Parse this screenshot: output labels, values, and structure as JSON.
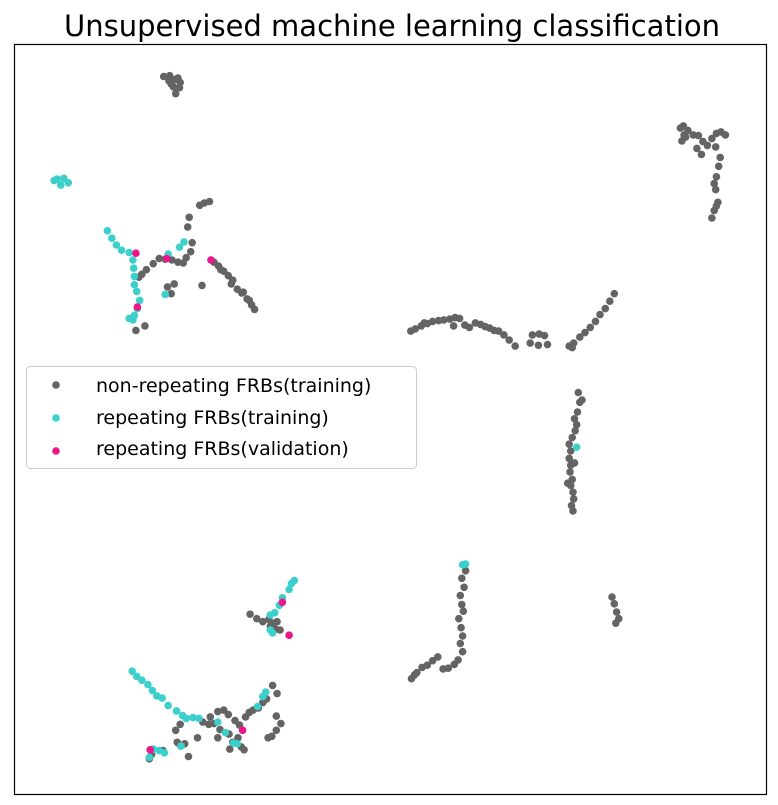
{
  "chart_data": {
    "type": "scatter",
    "title": "Unsupervised machine learning classification",
    "xlabel": "",
    "ylabel": "",
    "xlim": [
      0,
      100
    ],
    "ylim": [
      0,
      100
    ],
    "axis_ticks": false,
    "grid": false,
    "legend_position": "center-left",
    "series": [
      {
        "name": "non-repeating FRBs(training)",
        "color": "#646464",
        "points": [
          [
            19.8,
            95.8
          ],
          [
            20.5,
            95.2
          ],
          [
            21.3,
            95.4
          ],
          [
            20.8,
            94.8
          ],
          [
            21.7,
            95.6
          ],
          [
            22.0,
            95.0
          ],
          [
            21.1,
            94.4
          ],
          [
            20.6,
            95.9
          ],
          [
            21.9,
            94.3
          ],
          [
            21.4,
            93.5
          ],
          [
            89.0,
            89.2
          ],
          [
            89.6,
            88.6
          ],
          [
            90.3,
            88.0
          ],
          [
            91.0,
            87.9
          ],
          [
            91.6,
            87.1
          ],
          [
            92.2,
            86.6
          ],
          [
            92.8,
            87.5
          ],
          [
            93.4,
            88.2
          ],
          [
            94.0,
            88.4
          ],
          [
            94.6,
            88.0
          ],
          [
            89.3,
            87.7
          ],
          [
            88.8,
            87.2
          ],
          [
            90.8,
            86.2
          ],
          [
            91.4,
            85.4
          ],
          [
            93.3,
            86.4
          ],
          [
            93.9,
            85.0
          ],
          [
            93.7,
            83.8
          ],
          [
            93.4,
            82.4
          ],
          [
            93.1,
            81.5
          ],
          [
            93.3,
            80.7
          ],
          [
            93.6,
            79.0
          ],
          [
            93.1,
            77.9
          ],
          [
            92.8,
            76.9
          ],
          [
            93.4,
            78.5
          ],
          [
            88.6,
            88.9
          ],
          [
            89.1,
            88.0
          ],
          [
            25.2,
            78.9
          ],
          [
            25.9,
            79.1
          ],
          [
            24.6,
            78.6
          ],
          [
            23.2,
            77.0
          ],
          [
            23.0,
            75.7
          ],
          [
            23.6,
            73.6
          ],
          [
            23.4,
            72.4
          ],
          [
            22.8,
            71.6
          ],
          [
            22.4,
            70.9
          ],
          [
            21.7,
            71.0
          ],
          [
            20.9,
            71.3
          ],
          [
            20.0,
            71.4
          ],
          [
            19.2,
            71.5
          ],
          [
            18.4,
            70.8
          ],
          [
            17.5,
            70.0
          ],
          [
            16.9,
            69.4
          ],
          [
            16.5,
            69.0
          ],
          [
            20.3,
            67.7
          ],
          [
            21.2,
            68.1
          ],
          [
            20.8,
            66.8
          ],
          [
            26.5,
            71.0
          ],
          [
            27.1,
            70.5
          ],
          [
            27.8,
            69.8
          ],
          [
            28.4,
            69.2
          ],
          [
            29.0,
            68.6
          ],
          [
            29.6,
            67.4
          ],
          [
            30.2,
            66.9
          ],
          [
            30.9,
            66.1
          ],
          [
            31.5,
            65.3
          ],
          [
            31.9,
            64.7
          ],
          [
            31.2,
            65.9
          ],
          [
            30.4,
            67.0
          ],
          [
            27.4,
            70.0
          ],
          [
            28.8,
            68.1
          ],
          [
            16.1,
            61.9
          ],
          [
            52.7,
            61.8
          ],
          [
            53.3,
            62.1
          ],
          [
            54.1,
            62.5
          ],
          [
            54.9,
            62.8
          ],
          [
            55.6,
            63.1
          ],
          [
            56.4,
            63.2
          ],
          [
            57.1,
            63.3
          ],
          [
            57.9,
            63.4
          ],
          [
            58.6,
            63.6
          ],
          [
            59.2,
            63.5
          ],
          [
            59.9,
            62.6
          ],
          [
            60.5,
            62.3
          ],
          [
            61.3,
            62.9
          ],
          [
            62.0,
            62.7
          ],
          [
            62.6,
            62.4
          ],
          [
            63.2,
            62.2
          ],
          [
            63.8,
            61.9
          ],
          [
            64.4,
            61.8
          ],
          [
            65.1,
            61.3
          ],
          [
            65.8,
            60.6
          ],
          [
            66.6,
            59.8
          ],
          [
            68.9,
            61.3
          ],
          [
            69.8,
            61.4
          ],
          [
            70.5,
            61.2
          ],
          [
            68.6,
            60.2
          ],
          [
            69.7,
            59.9
          ],
          [
            70.9,
            60.0
          ],
          [
            73.8,
            59.8
          ],
          [
            74.4,
            60.2
          ],
          [
            75.2,
            61.0
          ],
          [
            75.9,
            61.6
          ],
          [
            76.6,
            62.3
          ],
          [
            77.3,
            63.1
          ],
          [
            77.9,
            64.0
          ],
          [
            78.6,
            64.8
          ],
          [
            79.2,
            65.8
          ],
          [
            79.8,
            66.8
          ],
          [
            74.2,
            59.6
          ],
          [
            58.4,
            62.5
          ],
          [
            54.5,
            62.9
          ],
          [
            75.0,
            53.6
          ],
          [
            75.2,
            52.3
          ],
          [
            74.9,
            51.0
          ],
          [
            74.5,
            50.1
          ],
          [
            74.8,
            49.3
          ],
          [
            74.6,
            48.5
          ],
          [
            74.2,
            47.6
          ],
          [
            73.8,
            46.7
          ],
          [
            74.0,
            45.8
          ],
          [
            73.8,
            44.8
          ],
          [
            74.0,
            43.9
          ],
          [
            73.9,
            43.0
          ],
          [
            74.2,
            42.0
          ],
          [
            74.0,
            41.2
          ],
          [
            74.3,
            40.3
          ],
          [
            74.4,
            39.4
          ],
          [
            74.1,
            38.5
          ],
          [
            74.3,
            37.8
          ],
          [
            73.6,
            41.5
          ],
          [
            74.5,
            44.2
          ],
          [
            60.0,
            29.8
          ],
          [
            59.5,
            28.8
          ],
          [
            59.8,
            27.6
          ],
          [
            59.3,
            26.5
          ],
          [
            59.5,
            25.3
          ],
          [
            59.7,
            24.4
          ],
          [
            59.1,
            23.4
          ],
          [
            59.4,
            22.2
          ],
          [
            59.6,
            21.1
          ],
          [
            59.3,
            20.1
          ],
          [
            59.6,
            19.0
          ],
          [
            59.0,
            17.9
          ],
          [
            58.5,
            17.3
          ],
          [
            57.7,
            16.8
          ],
          [
            57.0,
            16.7
          ],
          [
            56.3,
            18.3
          ],
          [
            55.6,
            17.8
          ],
          [
            54.9,
            17.2
          ],
          [
            54.2,
            16.9
          ],
          [
            53.5,
            16.2
          ],
          [
            52.8,
            15.4
          ],
          [
            53.2,
            15.9
          ],
          [
            79.5,
            26.3
          ],
          [
            79.8,
            25.4
          ],
          [
            80.1,
            24.3
          ],
          [
            80.4,
            23.4
          ],
          [
            80.0,
            22.8
          ],
          [
            31.3,
            24.0
          ],
          [
            32.2,
            23.4
          ],
          [
            33.0,
            23.0
          ],
          [
            34.0,
            22.4
          ],
          [
            34.7,
            22.0
          ],
          [
            21.4,
            8.5
          ],
          [
            22.0,
            9.3
          ],
          [
            24.3,
            7.5
          ],
          [
            25.8,
            9.3
          ],
          [
            27.0,
            11.0
          ],
          [
            27.8,
            11.2
          ],
          [
            28.4,
            10.6
          ],
          [
            29.3,
            9.8
          ],
          [
            29.9,
            9.2
          ],
          [
            28.5,
            8.0
          ],
          [
            30.7,
            10.3
          ],
          [
            31.2,
            10.9
          ],
          [
            31.7,
            11.2
          ],
          [
            32.4,
            11.5
          ],
          [
            33.0,
            12.2
          ],
          [
            33.5,
            12.7
          ],
          [
            34.3,
            14.5
          ],
          [
            34.9,
            13.4
          ],
          [
            34.8,
            10.4
          ],
          [
            35.4,
            9.4
          ],
          [
            34.8,
            8.5
          ],
          [
            34.2,
            7.7
          ],
          [
            33.7,
            7.5
          ],
          [
            25.0,
            9.6
          ],
          [
            26.0,
            10.3
          ],
          [
            29.7,
            7.5
          ],
          [
            17.9,
            4.7
          ],
          [
            18.2,
            5.3
          ],
          [
            22.0,
            6.5
          ],
          [
            22.6,
            6.7
          ],
          [
            30.1,
            6.3
          ],
          [
            30.5,
            5.9
          ],
          [
            29.0,
            6.9
          ],
          [
            27.3,
            8.6
          ],
          [
            26.5,
            9.4
          ],
          [
            19.7,
            5.8
          ],
          [
            21.6,
            6.9
          ],
          [
            28.6,
            6.0
          ],
          [
            27.0,
            7.5
          ],
          [
            23.1,
            5.0
          ],
          [
            17.3,
            62.5
          ],
          [
            33.8,
            23.3
          ],
          [
            34.9,
            23.0
          ],
          [
            34.4,
            22.8
          ],
          [
            35.3,
            21.9
          ],
          [
            24.9,
            67.9
          ],
          [
            75.5,
            52.6
          ]
        ]
      },
      {
        "name": "repeating FRBs(training)",
        "color": "#3cd0cc",
        "points": [
          [
            5.2,
            81.9
          ],
          [
            5.6,
            82.1
          ],
          [
            6.5,
            82.2
          ],
          [
            7.1,
            81.6
          ],
          [
            6.1,
            81.3
          ],
          [
            12.3,
            75.2
          ],
          [
            12.9,
            74.2
          ],
          [
            13.5,
            73.3
          ],
          [
            14.2,
            72.6
          ],
          [
            15.2,
            72.3
          ],
          [
            15.7,
            71.3
          ],
          [
            15.8,
            70.2
          ],
          [
            15.9,
            69.1
          ],
          [
            15.9,
            68.0
          ],
          [
            16.2,
            67.1
          ],
          [
            16.6,
            65.9
          ],
          [
            16.3,
            64.8
          ],
          [
            15.9,
            63.9
          ],
          [
            15.7,
            63.3
          ],
          [
            15.2,
            63.5
          ],
          [
            20.0,
            66.7
          ],
          [
            22.5,
            73.7
          ],
          [
            21.9,
            73.0
          ],
          [
            20.4,
            72.1
          ],
          [
            74.8,
            46.3
          ],
          [
            60.0,
            30.7
          ],
          [
            59.6,
            30.6
          ],
          [
            36.8,
            28.1
          ],
          [
            37.2,
            28.5
          ],
          [
            36.5,
            27.3
          ],
          [
            35.6,
            26.2
          ],
          [
            35.2,
            25.2
          ],
          [
            34.6,
            24.2
          ],
          [
            34.0,
            23.9
          ],
          [
            34.0,
            21.9
          ],
          [
            34.3,
            21.5
          ],
          [
            15.6,
            16.4
          ],
          [
            16.2,
            15.7
          ],
          [
            16.9,
            15.2
          ],
          [
            17.7,
            14.6
          ],
          [
            18.3,
            13.8
          ],
          [
            18.9,
            13.1
          ],
          [
            19.6,
            12.8
          ],
          [
            20.4,
            11.8
          ],
          [
            21.5,
            11.1
          ],
          [
            22.3,
            10.5
          ],
          [
            22.8,
            10.1
          ],
          [
            23.7,
            10.2
          ],
          [
            24.5,
            10.1
          ],
          [
            27.0,
            9.6
          ],
          [
            28.0,
            8.2
          ],
          [
            29.1,
            6.8
          ],
          [
            29.6,
            6.7
          ],
          [
            33.0,
            13.0
          ],
          [
            33.4,
            13.6
          ],
          [
            32.3,
            11.7
          ],
          [
            18.4,
            6.0
          ],
          [
            19.2,
            5.8
          ],
          [
            19.9,
            5.5
          ],
          [
            17.9,
            4.9
          ],
          [
            22.1,
            6.4
          ]
        ]
      },
      {
        "name": "repeating FRBs(validation)",
        "color": "#ec168a",
        "points": [
          [
            16.1,
            72.2
          ],
          [
            20.2,
            71.5
          ],
          [
            26.1,
            71.3
          ],
          [
            16.3,
            65.0
          ],
          [
            35.6,
            25.6
          ],
          [
            36.5,
            21.2
          ],
          [
            30.3,
            8.5
          ],
          [
            18.0,
            5.9
          ]
        ]
      }
    ]
  }
}
